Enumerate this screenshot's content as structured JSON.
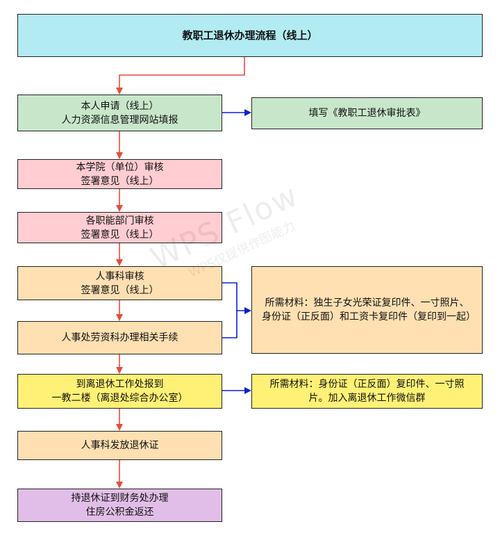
{
  "colors": {
    "title_fill": "#b2ebf2",
    "green_fill": "#c8e6c9",
    "pink_fill": "#ffcdd2",
    "peach_fill": "#ffe0b2",
    "yellow_fill": "#fff176",
    "purple_fill": "#e1bee7",
    "red_arrow": "#e74c3c",
    "blue_arrow": "#0d1fd6"
  },
  "nodes": {
    "title": "教职工退休办理流程（线上）",
    "apply": "本人申请（线上）\n人力资源信息管理网站填报",
    "fill_form": "填写《教职工退休审批表》",
    "college_review": "本学院（单位）审核\n签署意见（线上）",
    "dept_review": "各职能部门审核\n签署意见（线上）",
    "hr_review": "人事科审核\n签署意见（线上）",
    "materials1": "所需材料：独生子女光荣证复印件、一寸照片、身份证（正反面）和工资卡复印件（复印到一起）",
    "labor_procedures": "人事处劳资科办理相关手续",
    "report_office": "到离退休工作处报到\n一教二楼（离退处综合办公室）",
    "materials2": "所需材料：身份证（正反面）复印件、一寸照片。加入离退休工作微信群",
    "issue_certificate": "人事科发放退休证",
    "finance": "持退休证到财务处办理\n住房公积金返还"
  },
  "watermark": {
    "line1": "WPS Flow",
    "line2": "WPS仅提供作图能力"
  }
}
